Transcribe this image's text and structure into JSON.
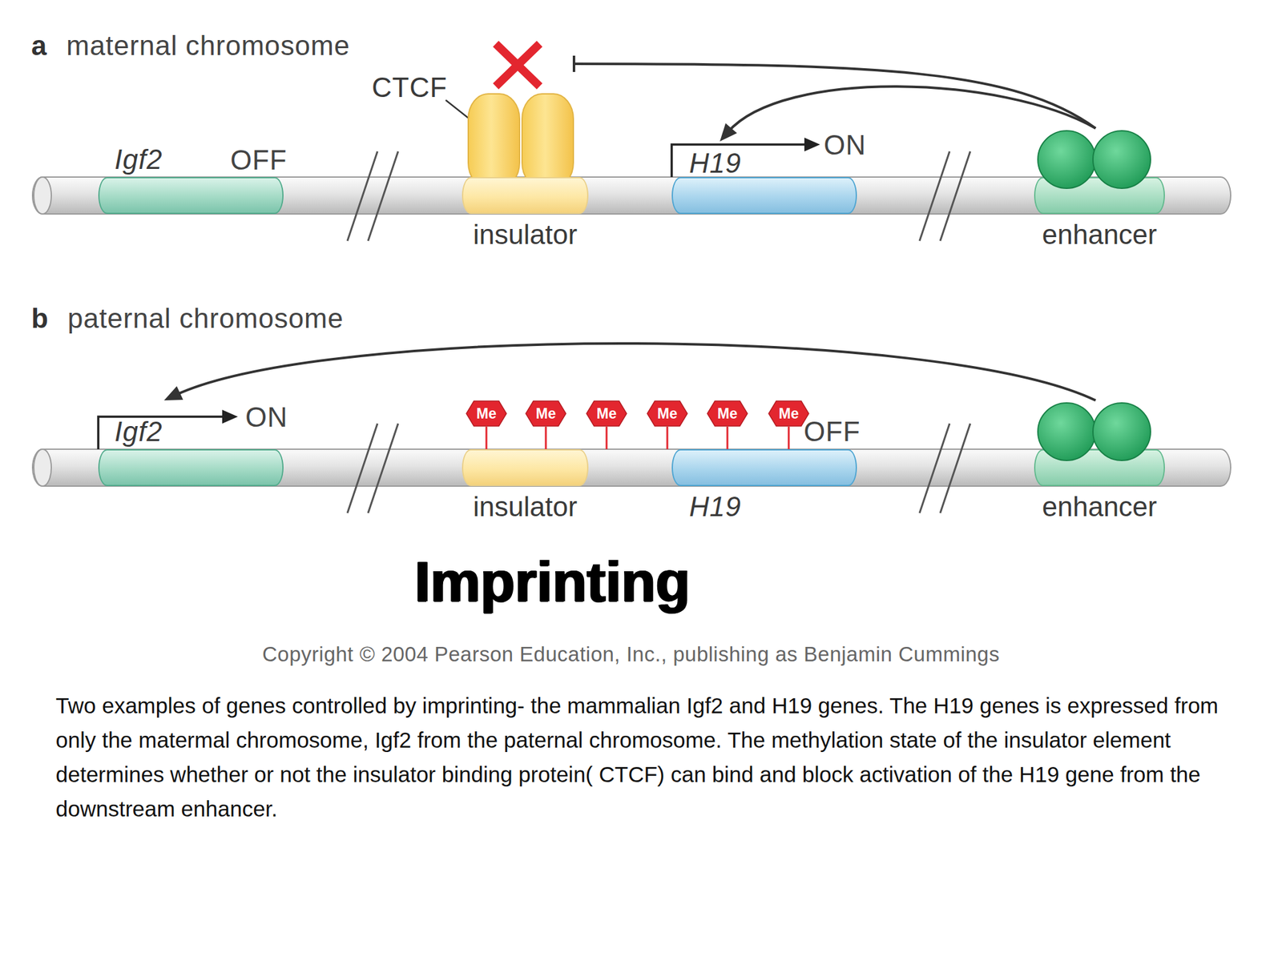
{
  "diagram": {
    "title": "Imprinting",
    "caption": "Two examples of genes controlled by imprinting- the mammalian Igf2 and H19 genes. The H19 genes is expressed from only the matermal chromosome, Igf2 from the paternal chromosome. The methylation state of the insulator element determines whether or not the insulator binding protein( CTCF) can bind and block activation of the H19 gene from the downstream enhancer.",
    "nodes": [
      {
        "text": [
          "Igf2"
        ]
      },
      {
        "text": [
          "CTCF"
        ]
      },
      {
        "text": [
          "insulator"
        ]
      },
      {
        "text": [
          "H19"
        ]
      },
      {
        "text": [
          "enhancer"
        ]
      },
      {
        "text": [
          "Igf2"
        ]
      },
      {
        "text": [
          "Me"
        ]
      },
      {
        "text": [
          "Me"
        ]
      },
      {
        "text": [
          "Me"
        ]
      },
      {
        "text": [
          "Me"
        ]
      },
      {
        "text": [
          "Me"
        ]
      },
      {
        "text": [
          "Me"
        ]
      },
      {
        "text": [
          "insulator"
        ]
      },
      {
        "text": [
          "H19"
        ]
      },
      {
        "text": [
          "enhancer"
        ]
      }
    ],
    "edges": [
      {
        "from": 4,
        "to": 3,
        "arrow": "to"
      },
      {
        "from": 4,
        "to": 1,
        "arrow": "to"
      },
      {
        "from": 14,
        "to": 5,
        "arrow": "to"
      }
    ],
    "labels": [
      "a",
      "maternal chromosome",
      "OFF",
      "ON",
      "b",
      "paternal chromosome",
      "ON",
      "OFF",
      "Copyright © 2004 Pearson Education, Inc., publishing as Benjamin Cummings"
    ]
  }
}
